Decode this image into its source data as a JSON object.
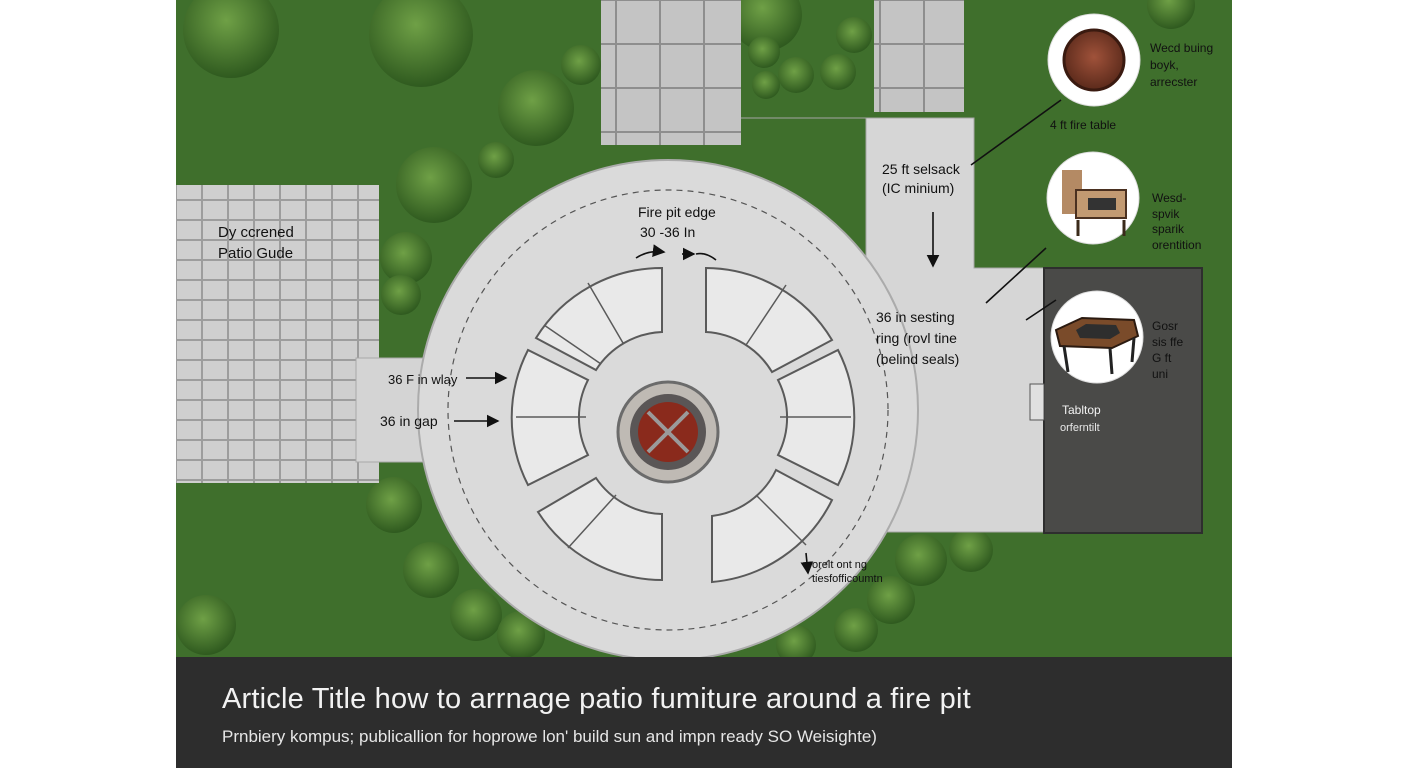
{
  "labels": {
    "patio_guide_line1": "Dy ccrened",
    "patio_guide_line2": "Patio Gude",
    "fire_pit_edge_line1": "Fire pit edge",
    "fire_pit_edge_line2": "30 -36 In",
    "walkway": "36 F in wlay",
    "gap": "36 in gap",
    "setback_line1": "25 ft selsack",
    "setback_line2": "(IC minium)",
    "seating_ring_line1": "36 in sesting",
    "seating_ring_line2": "ring (rovl tine",
    "seating_ring_line3": "(belind seals)",
    "bottom_note_line1": "orelt ont ng",
    "bottom_note_line2": "tiesfofficoumtn",
    "tabletop_line1": "Tabltop",
    "tabletop_line2": "orferntilt"
  },
  "callouts": [
    {
      "icon": "wood-burning-bowl-icon",
      "text": [
        "Wecd buing",
        "boyk,",
        "arrecster"
      ],
      "caption": "4 ft fire table"
    },
    {
      "icon": "wood-chair-icon",
      "text": [
        "Wesd-",
        "spvik",
        "sparik",
        "orentition"
      ]
    },
    {
      "icon": "gas-fire-table-icon",
      "text": [
        "Gosr",
        "sis ffe",
        "G ft",
        "uni"
      ]
    }
  ],
  "footer": {
    "title": "Article Title how to arrnage patio fumiture around a fire pit",
    "subtitle": "Prnbiery kompus; publicallion for hoprowe lon' build sun and impn ready SO Weisighte)"
  },
  "colors": {
    "lawn": "#3f6f2c",
    "concrete": "#d9d9d9",
    "paver": "#c9c9c9",
    "pit_red": "#8a2a1c",
    "deck": "#4a4a48",
    "footer": "#2d2d2d"
  }
}
